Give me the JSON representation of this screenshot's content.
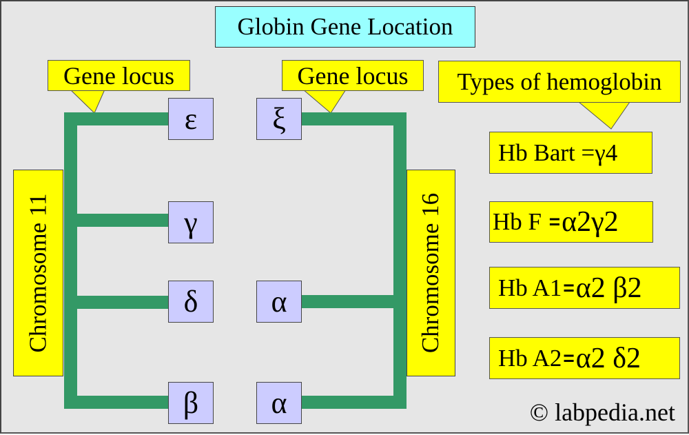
{
  "title": "Globin Gene Location",
  "callouts": {
    "gene_locus_left": "Gene locus",
    "gene_locus_right": "Gene locus",
    "types_of_hemoglobin": "Types of hemoglobin"
  },
  "chromosome_11": {
    "label": "Chromosome 11",
    "genes": [
      "ε",
      "γ",
      "δ",
      "β"
    ]
  },
  "chromosome_16": {
    "label": "Chromosome 16",
    "genes": [
      "ξ",
      "α",
      "α"
    ]
  },
  "hemoglobins": [
    {
      "name": "Hb Bart",
      "eq": "=",
      "formula": "γ4"
    },
    {
      "name": "Hb F",
      "eq": "=",
      "formula": "α2γ2"
    },
    {
      "name": "Hb A1",
      "eq": "=",
      "formula": "α2 β2"
    },
    {
      "name": "Hb A2",
      "eq": "=",
      "formula": "α2 δ2"
    }
  ],
  "copyright": "© labpedia.net",
  "colors": {
    "background": "#e6e6e6",
    "title_fill": "#99ffff",
    "callout_fill": "#ffff00",
    "gene_fill": "#ccccff",
    "chromosome_line": "#339966"
  }
}
